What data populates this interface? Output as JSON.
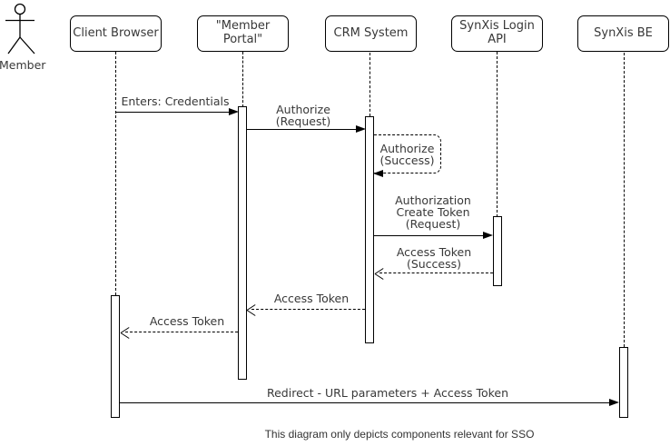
{
  "palette": {
    "line_color": "#000000",
    "text_color": "#383838",
    "background": "#ffffff"
  },
  "actor": {
    "label": "Member"
  },
  "participants": [
    {
      "id": "client-browser",
      "label": "Client Browser"
    },
    {
      "id": "member-portal",
      "label": [
        "\"Member",
        "Portal\""
      ]
    },
    {
      "id": "crm-system",
      "label": "CRM System"
    },
    {
      "id": "synxis-login-api",
      "label": [
        "SynXis Login",
        "API"
      ]
    },
    {
      "id": "synxis-be",
      "label": "SynXis BE"
    }
  ],
  "messages": [
    {
      "from": "client-browser",
      "to": "member-portal",
      "style": "solid",
      "label": "Enters: Credentials"
    },
    {
      "from": "member-portal",
      "to": "crm-system",
      "style": "solid",
      "label": [
        "Authorize",
        "(Request)"
      ]
    },
    {
      "from": "crm-system",
      "to": "crm-system",
      "style": "dashed-self",
      "label": [
        "Authorize",
        "(Success)"
      ]
    },
    {
      "from": "crm-system",
      "to": "synxis-login-api",
      "style": "solid",
      "label": [
        "Authorization",
        "Create Token",
        "(Request)"
      ]
    },
    {
      "from": "synxis-login-api",
      "to": "crm-system",
      "style": "dashed",
      "label": [
        "Access Token",
        "(Success)"
      ]
    },
    {
      "from": "crm-system",
      "to": "member-portal",
      "style": "dashed",
      "label": "Access Token"
    },
    {
      "from": "member-portal",
      "to": "client-browser",
      "style": "dashed",
      "label": "Access Token"
    },
    {
      "from": "client-browser",
      "to": "synxis-be",
      "style": "solid",
      "label": "Redirect - URL parameters + Access Token"
    }
  ],
  "footer": "This diagram only depicts components relevant for SSO"
}
